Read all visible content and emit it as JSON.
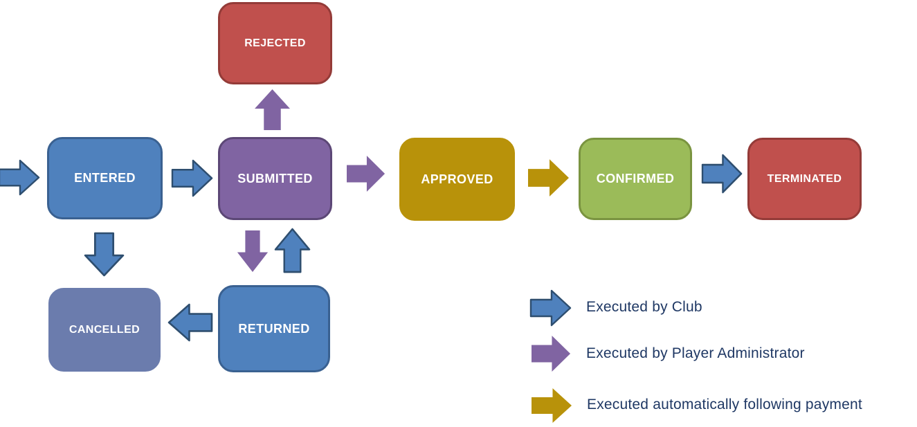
{
  "diagram": {
    "type": "state-flow",
    "background": "#FFFFFF",
    "nodes": {
      "entered": {
        "label": "ENTERED",
        "fill": "#4F81BD",
        "border": "#3A6191",
        "text_color": "#FFFFFF"
      },
      "submitted": {
        "label": "SUBMITTED",
        "fill": "#8064A2",
        "border": "#5C4776",
        "text_color": "#FFFFFF"
      },
      "rejected": {
        "label": "REJECTED",
        "fill": "#C0504D",
        "border": "#943B38",
        "text_color": "#FFFFFF"
      },
      "approved": {
        "label": "APPROVED",
        "fill": "#B8920A",
        "border": "#B8920A",
        "text_color": "#FFFFFF"
      },
      "confirmed": {
        "label": "CONFIRMED",
        "fill": "#9BBB59",
        "border": "#7A9440",
        "text_color": "#FFFFFF"
      },
      "terminated": {
        "label": "TERMINATED",
        "fill": "#C0504D",
        "border": "#943B38",
        "text_color": "#FFFFFF"
      },
      "cancelled": {
        "label": "CANCELLED",
        "fill": "#6B7CAD",
        "border": "#6B7CAD",
        "text_color": "#FFFFFF"
      },
      "returned": {
        "label": "RETURNED",
        "fill": "#4F81BD",
        "border": "#3A6191",
        "text_color": "#FFFFFF"
      }
    },
    "actors": {
      "club": {
        "name": "Executed by Club",
        "fill": "#4F81BD",
        "border": "#2E4E6F"
      },
      "player_administrator": {
        "name": "Executed by Player Administrator",
        "fill": "#8064A2",
        "border": "#8064A2"
      },
      "automatic": {
        "name": "Executed automatically following payment",
        "fill": "#B8920A",
        "border": "#B8920A"
      }
    },
    "edges": [
      {
        "from": "START",
        "to": "ENTERED",
        "executed_by": "club"
      },
      {
        "from": "ENTERED",
        "to": "SUBMITTED",
        "executed_by": "club"
      },
      {
        "from": "ENTERED",
        "to": "CANCELLED",
        "executed_by": "club"
      },
      {
        "from": "SUBMITTED",
        "to": "REJECTED",
        "executed_by": "player_administrator"
      },
      {
        "from": "SUBMITTED",
        "to": "APPROVED",
        "executed_by": "player_administrator"
      },
      {
        "from": "SUBMITTED",
        "to": "RETURNED",
        "executed_by": "player_administrator"
      },
      {
        "from": "RETURNED",
        "to": "SUBMITTED",
        "executed_by": "club"
      },
      {
        "from": "RETURNED",
        "to": "CANCELLED",
        "executed_by": "club"
      },
      {
        "from": "APPROVED",
        "to": "CONFIRMED",
        "executed_by": "automatic"
      },
      {
        "from": "CONFIRMED",
        "to": "TERMINATED",
        "executed_by": "club"
      }
    ]
  },
  "legend": {
    "text_color": "#1F3864",
    "items": [
      {
        "label": "Executed by Club"
      },
      {
        "label": "Executed by Player Administrator"
      },
      {
        "label": "Executed automatically following payment"
      }
    ]
  }
}
